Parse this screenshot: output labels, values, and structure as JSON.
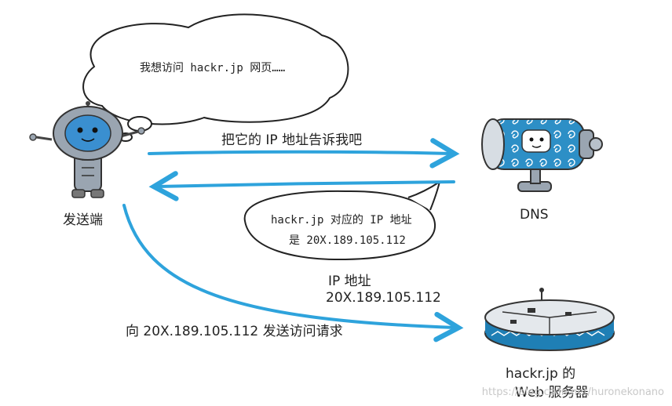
{
  "nodes": {
    "sender": "发送端",
    "dns": "DNS",
    "server_line1": "hackr.jp 的",
    "server_line2": "Web 服务器"
  },
  "bubbles": {
    "question": "我想访问 hackr.jp 网页……",
    "answer_line1": "hackr.jp 对应的 IP 地址",
    "answer_line2": "是 20X.189.105.112"
  },
  "arrows": {
    "ask_dns": "把它的 IP 地址告诉我吧",
    "ip_label_line1": "IP 地址",
    "ip_label_line2": "20X.189.105.112",
    "request": "向 20X.189.105.112 发送访问请求"
  },
  "watermark": "https://blog.csdn.net/huronekonano",
  "colors": {
    "arrow": "#2ea3dc",
    "robot_face": "#3a8fd0",
    "robot_body": "#9aa5b1",
    "dns_band": "#2d8fc6",
    "server_band": "#1f7fb5"
  }
}
